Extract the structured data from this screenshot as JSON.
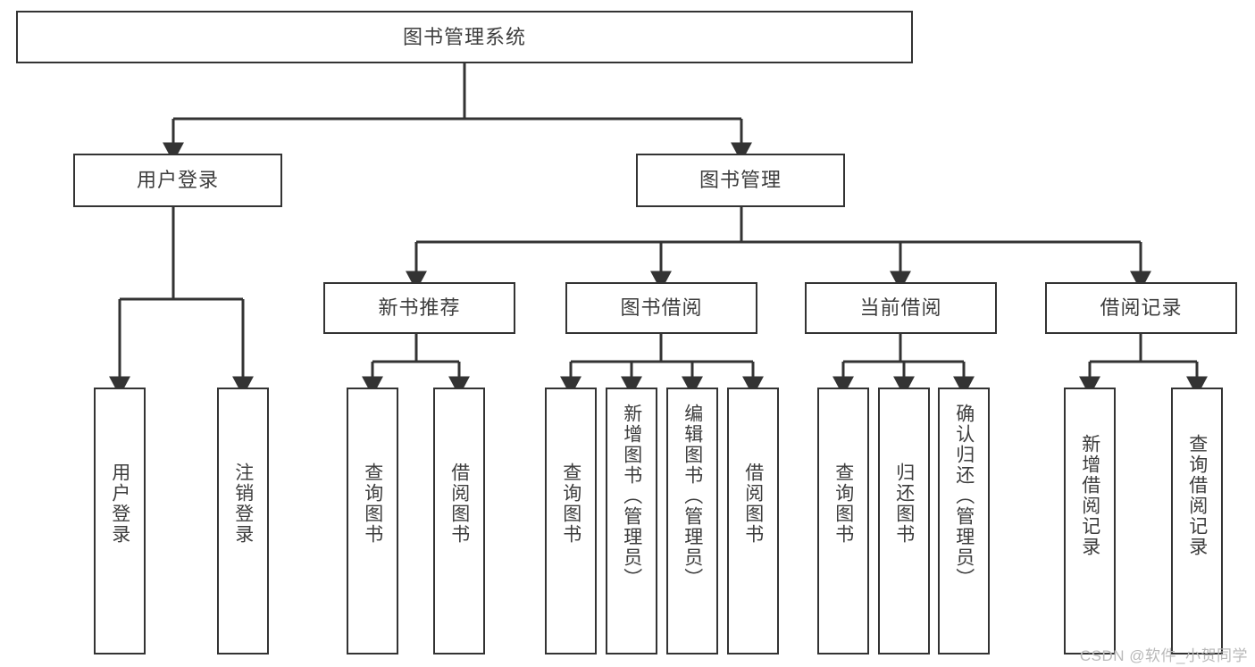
{
  "diagram": {
    "type": "tree",
    "title": "图书管理系统",
    "root": {
      "label": "图书管理系统"
    },
    "level2": [
      {
        "label": "用户登录"
      },
      {
        "label": "图书管理"
      }
    ],
    "level3": [
      {
        "label": "新书推荐"
      },
      {
        "label": "图书借阅"
      },
      {
        "label": "当前借阅"
      },
      {
        "label": "借阅记录"
      }
    ],
    "leaves": [
      {
        "label": "用户登录"
      },
      {
        "label": "注销登录"
      },
      {
        "label": "查询图书"
      },
      {
        "label": "借阅图书"
      },
      {
        "label": "查询图书"
      },
      {
        "label": "新增图书（管理员）"
      },
      {
        "label": "编辑图书（管理员）"
      },
      {
        "label": "借阅图书"
      },
      {
        "label": "查询图书"
      },
      {
        "label": "归还图书"
      },
      {
        "label": "确认归还（管理员）"
      },
      {
        "label": "新增借阅记录"
      },
      {
        "label": "查询借阅记录"
      }
    ]
  },
  "watermark": {
    "text": "CSDN @软件_小贺同学"
  },
  "colors": {
    "stroke": "#333333",
    "text": "#3d3d3d",
    "background": "#ffffff",
    "watermark": "#b9b9b9"
  }
}
